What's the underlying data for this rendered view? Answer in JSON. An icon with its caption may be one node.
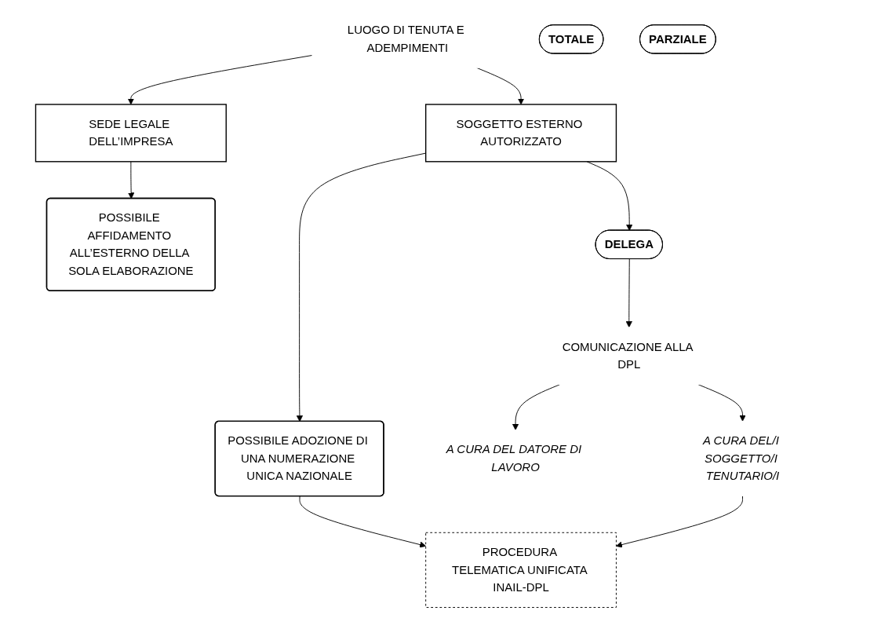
{
  "diagram": {
    "nodes": [
      {
        "text": [
          "LUOGO DI TENUTA E ADEMPIMENTI"
        ]
      },
      {
        "text": [
          "SEDE LEGALE DELL’IMPRESA"
        ]
      },
      {
        "text": [
          "SOGGETTO ESTERNO AUTORIZZATO"
        ]
      },
      {
        "text": [
          "POSSIBILE ADOZIONE DI UNA NUMERAZIONE UNICA NAZIONALE"
        ]
      },
      {
        "text": [
          "POSSIBILE AFFIDAMENTO ALL’ESTERNO DELLA SOLA ELABORAZIONE"
        ]
      },
      {
        "text": [
          "DELEGA"
        ]
      },
      {
        "text": [
          "TOTALE"
        ]
      },
      {
        "text": [
          "PARZIALE"
        ]
      },
      {
        "text": [
          "PROCEDURA TELEMATICA UNIFICATA INAIL-DPL"
        ]
      },
      {
        "text": [
          "COMUNICAZIONE ALLA DPL"
        ]
      },
      {
        "text": [
          "A CURA DEL DATORE DI LAVORO"
        ]
      },
      {
        "text": [
          "A CURA DEL/I SOGGETTO/I TENUTARIO/I"
        ]
      }
    ],
    "edges": [
      {
        "from": 0,
        "to": 1,
        "arrow": "to"
      },
      {
        "from": 0,
        "to": 2,
        "arrow": "to"
      },
      {
        "from": 2,
        "to": 3,
        "arrow": "to"
      },
      {
        "from": 1,
        "to": 4,
        "arrow": "to"
      },
      {
        "from": 2,
        "to": 5,
        "arrow": "to"
      },
      {
        "from": 5,
        "to": 9,
        "arrow": "to"
      },
      {
        "from": 3,
        "to": 8,
        "arrow": "to"
      },
      {
        "from": 9,
        "to": 10,
        "arrow": "to"
      },
      {
        "from": 9,
        "to": 11,
        "arrow": "to"
      },
      {
        "from": 11,
        "to": 8,
        "arrow": "to"
      }
    ]
  }
}
